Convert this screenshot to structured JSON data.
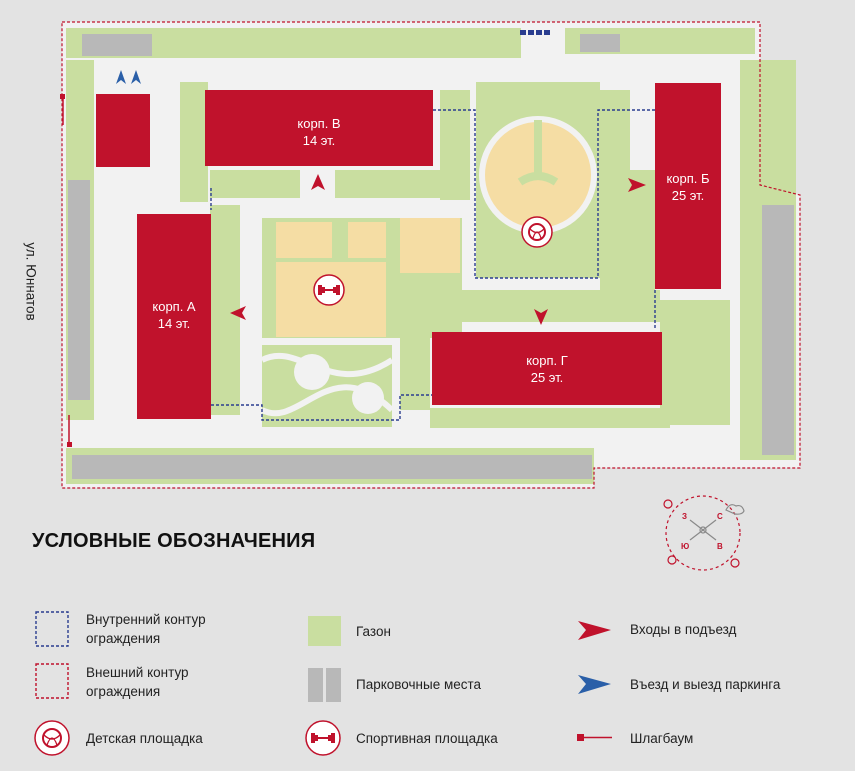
{
  "map": {
    "street_label": "ул. Юннатов",
    "buildings": [
      {
        "id": "a",
        "name": "корп. А",
        "floors": "14 эт."
      },
      {
        "id": "v",
        "name": "корп. В",
        "floors": "14 эт."
      },
      {
        "id": "b",
        "name": "корп. Б",
        "floors": "25 эт."
      },
      {
        "id": "g",
        "name": "корп. Г",
        "floors": "25 эт."
      }
    ],
    "compass": {
      "w": "З",
      "e": "В",
      "s": "Ю",
      "n": "С"
    },
    "colors": {
      "building": "#c0122c",
      "lawn": "#c9dea0",
      "sand": "#f5dda4",
      "road": "#f2f2f2",
      "parking": "#b8b8b8",
      "inner_fence": "#2a3d8f",
      "outer_fence": "#c0122c",
      "parking_arrow": "#2a5fa8",
      "background": "#e3e3e3"
    }
  },
  "legend": {
    "title": "УСЛОВНЫЕ ОБОЗНАЧЕНИЯ",
    "items": [
      {
        "id": "inner",
        "label_1": "Внутренний контур",
        "label_2": "ограждения",
        "icon": "inner-fence-icon"
      },
      {
        "id": "outer",
        "label_1": "Внешний контур",
        "label_2": "ограждения",
        "icon": "outer-fence-icon"
      },
      {
        "id": "kids",
        "label": "Детская площадка",
        "icon": "kids-playground-icon"
      },
      {
        "id": "lawn",
        "label": "Газон",
        "icon": "lawn-swatch-icon"
      },
      {
        "id": "parking",
        "label": "Парковочные места",
        "icon": "parking-spaces-icon"
      },
      {
        "id": "sport",
        "label": "Спортивная площадка",
        "icon": "dumbbell-icon"
      },
      {
        "id": "entrance",
        "label": "Входы в подъезд",
        "icon": "entrance-arrow-icon"
      },
      {
        "id": "garage",
        "label": "Въезд и выезд паркинга",
        "icon": "parking-arrow-icon"
      },
      {
        "id": "barrier",
        "label": "Шлагбаум",
        "icon": "barrier-icon"
      }
    ]
  }
}
